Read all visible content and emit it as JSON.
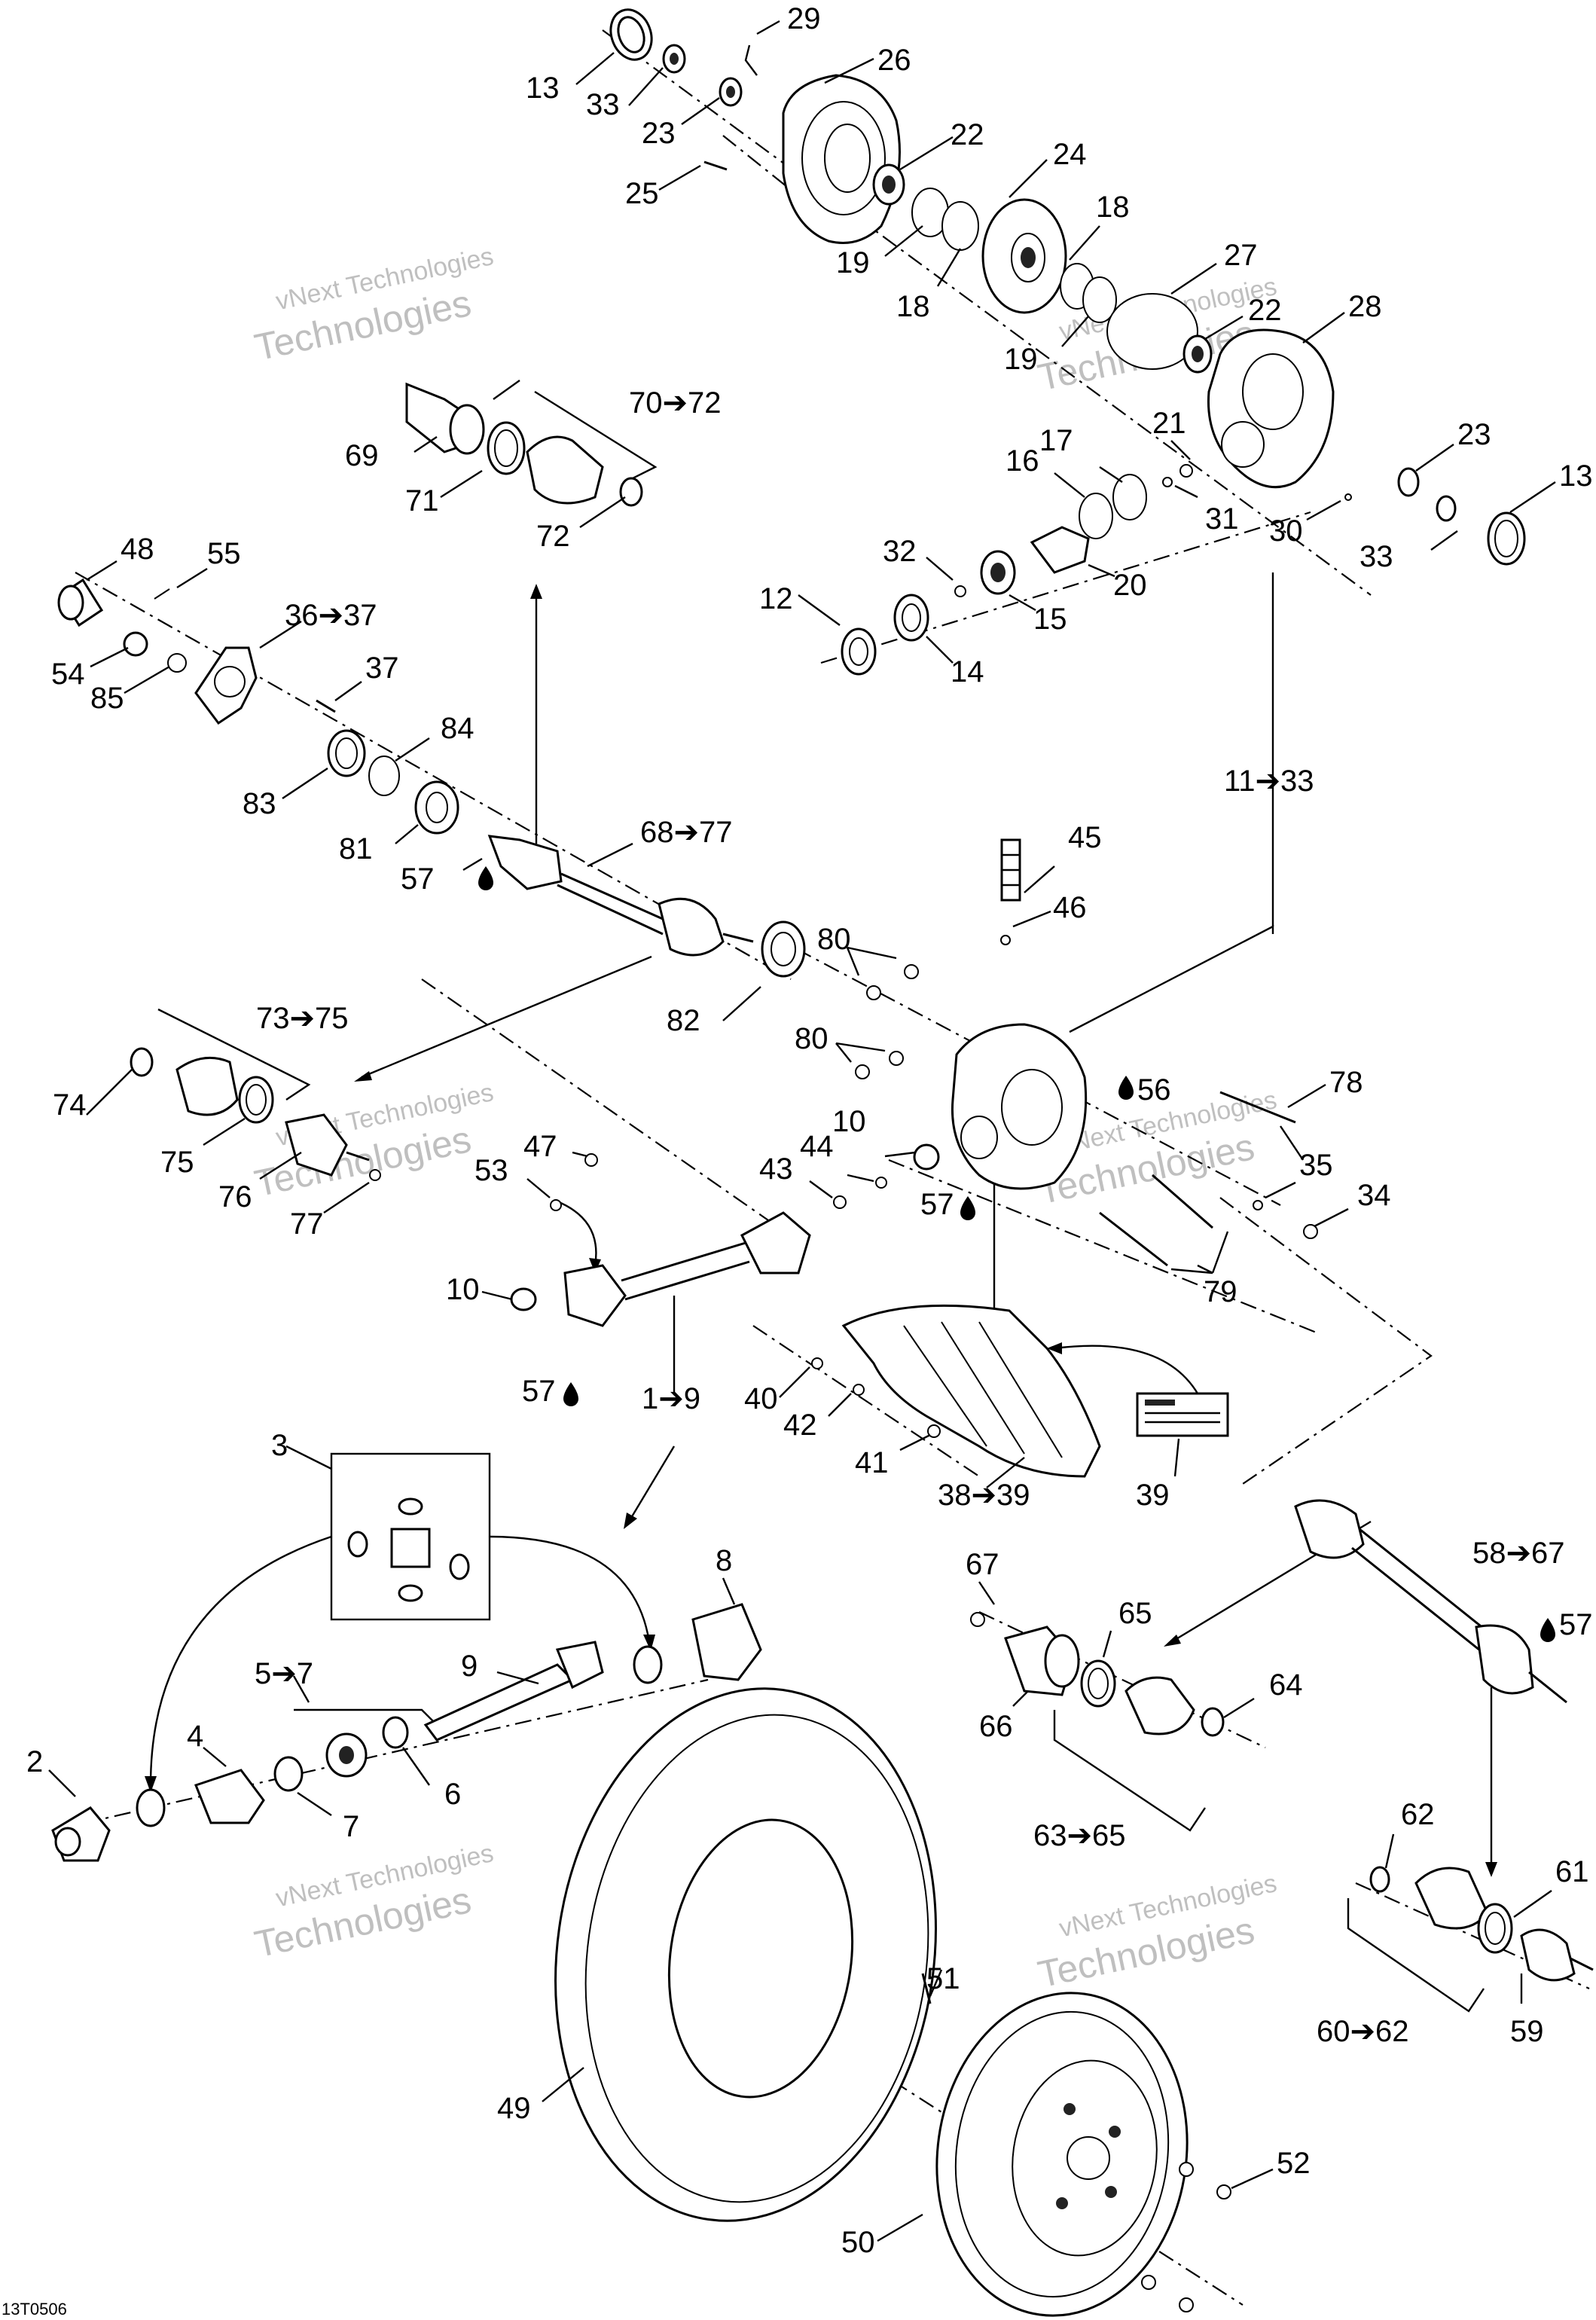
{
  "diagram": {
    "code": "13T0506",
    "watermark": {
      "line1": "vNext Technologies",
      "line2": "Technologies"
    },
    "callouts": [
      {
        "id": "c13a",
        "text": "13"
      },
      {
        "id": "c33a",
        "text": "33"
      },
      {
        "id": "c23a",
        "text": "23"
      },
      {
        "id": "c29",
        "text": "29"
      },
      {
        "id": "c26",
        "text": "26"
      },
      {
        "id": "c22a",
        "text": "22"
      },
      {
        "id": "c25",
        "text": "25"
      },
      {
        "id": "c24",
        "text": "24"
      },
      {
        "id": "c18a",
        "text": "18"
      },
      {
        "id": "c19a",
        "text": "19"
      },
      {
        "id": "c18b",
        "text": "18"
      },
      {
        "id": "c27",
        "text": "27"
      },
      {
        "id": "c19b",
        "text": "19"
      },
      {
        "id": "c22b",
        "text": "22"
      },
      {
        "id": "c28",
        "text": "28"
      },
      {
        "id": "c23b",
        "text": "23"
      },
      {
        "id": "c13b",
        "text": "13"
      },
      {
        "id": "c33b",
        "text": "33"
      },
      {
        "id": "c30",
        "text": "30"
      },
      {
        "id": "c31",
        "text": "31"
      },
      {
        "id": "c21",
        "text": "21"
      },
      {
        "id": "c17",
        "text": "17"
      },
      {
        "id": "c16",
        "text": "16"
      },
      {
        "id": "c20",
        "text": "20"
      },
      {
        "id": "c32",
        "text": "32"
      },
      {
        "id": "c15",
        "text": "15"
      },
      {
        "id": "c12",
        "text": "12"
      },
      {
        "id": "c14",
        "text": "14"
      },
      {
        "id": "c11_33",
        "text": "11➔33"
      },
      {
        "id": "c70_72",
        "text": "70➔72"
      },
      {
        "id": "c69",
        "text": "69"
      },
      {
        "id": "c71",
        "text": "71"
      },
      {
        "id": "c72",
        "text": "72"
      },
      {
        "id": "c48",
        "text": "48"
      },
      {
        "id": "c55",
        "text": "55"
      },
      {
        "id": "c36_37",
        "text": "36➔37"
      },
      {
        "id": "c37",
        "text": "37"
      },
      {
        "id": "c54",
        "text": "54"
      },
      {
        "id": "c85",
        "text": "85"
      },
      {
        "id": "c84",
        "text": "84"
      },
      {
        "id": "c83",
        "text": "83"
      },
      {
        "id": "c81",
        "text": "81"
      },
      {
        "id": "c68_77",
        "text": "68➔77"
      },
      {
        "id": "c57a",
        "text": "57"
      },
      {
        "id": "c45",
        "text": "45"
      },
      {
        "id": "c46",
        "text": "46"
      },
      {
        "id": "c80a",
        "text": "80"
      },
      {
        "id": "c82",
        "text": "82"
      },
      {
        "id": "c80b",
        "text": "80"
      },
      {
        "id": "c56",
        "text": "56"
      },
      {
        "id": "c78",
        "text": "78"
      },
      {
        "id": "c73_75",
        "text": "73➔75"
      },
      {
        "id": "c74",
        "text": "74"
      },
      {
        "id": "c75",
        "text": "75"
      },
      {
        "id": "c76",
        "text": "76"
      },
      {
        "id": "c77",
        "text": "77"
      },
      {
        "id": "c47",
        "text": "47"
      },
      {
        "id": "c53",
        "text": "53"
      },
      {
        "id": "c10a",
        "text": "10"
      },
      {
        "id": "c44",
        "text": "44"
      },
      {
        "id": "c43",
        "text": "43"
      },
      {
        "id": "c57b",
        "text": "57"
      },
      {
        "id": "c35",
        "text": "35"
      },
      {
        "id": "c34",
        "text": "34"
      },
      {
        "id": "c79",
        "text": "79"
      },
      {
        "id": "c10b",
        "text": "10"
      },
      {
        "id": "c57c",
        "text": "57"
      },
      {
        "id": "c1_9",
        "text": "1➔9"
      },
      {
        "id": "c40",
        "text": "40"
      },
      {
        "id": "c42",
        "text": "42"
      },
      {
        "id": "c41",
        "text": "41"
      },
      {
        "id": "c38_39",
        "text": "38➔39"
      },
      {
        "id": "c39",
        "text": "39"
      },
      {
        "id": "c3",
        "text": "3"
      },
      {
        "id": "c8",
        "text": "8"
      },
      {
        "id": "c9",
        "text": "9"
      },
      {
        "id": "c5_7",
        "text": "5➔7"
      },
      {
        "id": "c4",
        "text": "4"
      },
      {
        "id": "c6",
        "text": "6"
      },
      {
        "id": "c7",
        "text": "7"
      },
      {
        "id": "c2",
        "text": "2"
      },
      {
        "id": "c58_67",
        "text": "58➔67"
      },
      {
        "id": "c67",
        "text": "67"
      },
      {
        "id": "c65",
        "text": "65"
      },
      {
        "id": "c57d",
        "text": "57"
      },
      {
        "id": "c64",
        "text": "64"
      },
      {
        "id": "c66",
        "text": "66"
      },
      {
        "id": "c63_65",
        "text": "63➔65"
      },
      {
        "id": "c62",
        "text": "62"
      },
      {
        "id": "c61",
        "text": "61"
      },
      {
        "id": "c60_62",
        "text": "60➔62"
      },
      {
        "id": "c59",
        "text": "59"
      },
      {
        "id": "c51",
        "text": "51"
      },
      {
        "id": "c49",
        "text": "49"
      },
      {
        "id": "c52",
        "text": "52"
      },
      {
        "id": "c50",
        "text": "50"
      }
    ]
  }
}
